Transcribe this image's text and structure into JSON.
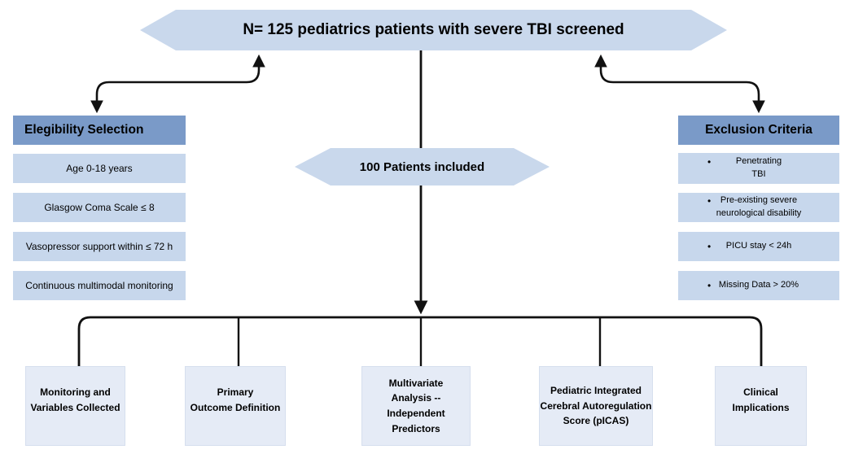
{
  "nodes": {
    "screened": "N= 125 pediatrics patients with severe TBI screened",
    "included": "100 Patients included"
  },
  "eligibility": {
    "title": "Elegibility Selection",
    "items": [
      "Age 0-18 years",
      "Glasgow Coma Scale ≤ 8",
      "Vasopressor support within ≤ 72 h",
      "Continuous multimodal monitoring"
    ]
  },
  "exclusion": {
    "title": "Exclusion Criteria",
    "bullet": "•",
    "items": [
      "Penetrating\nTBI",
      "Pre-existing severe\nneurological disability",
      "PICU stay < 24h",
      "Missing Data > 20%"
    ]
  },
  "outcome_boxes": [
    "Monitoring and\nVariables Collected",
    "Primary\nOutcome Definition",
    "Multivariate\nAnalysis --Independent\nPredictors",
    "Pediatric Integrated\nCerebral Autoregulation\nScore (pICAS)",
    "Clinical\nImplications"
  ],
  "colors": {
    "header_blue": "#7a9ac8",
    "item_blue": "#c7d7ec",
    "hexagon_blue": "#c9d8ec",
    "outcome_box_blue": "#e5ebf6",
    "line_black": "#111111"
  }
}
